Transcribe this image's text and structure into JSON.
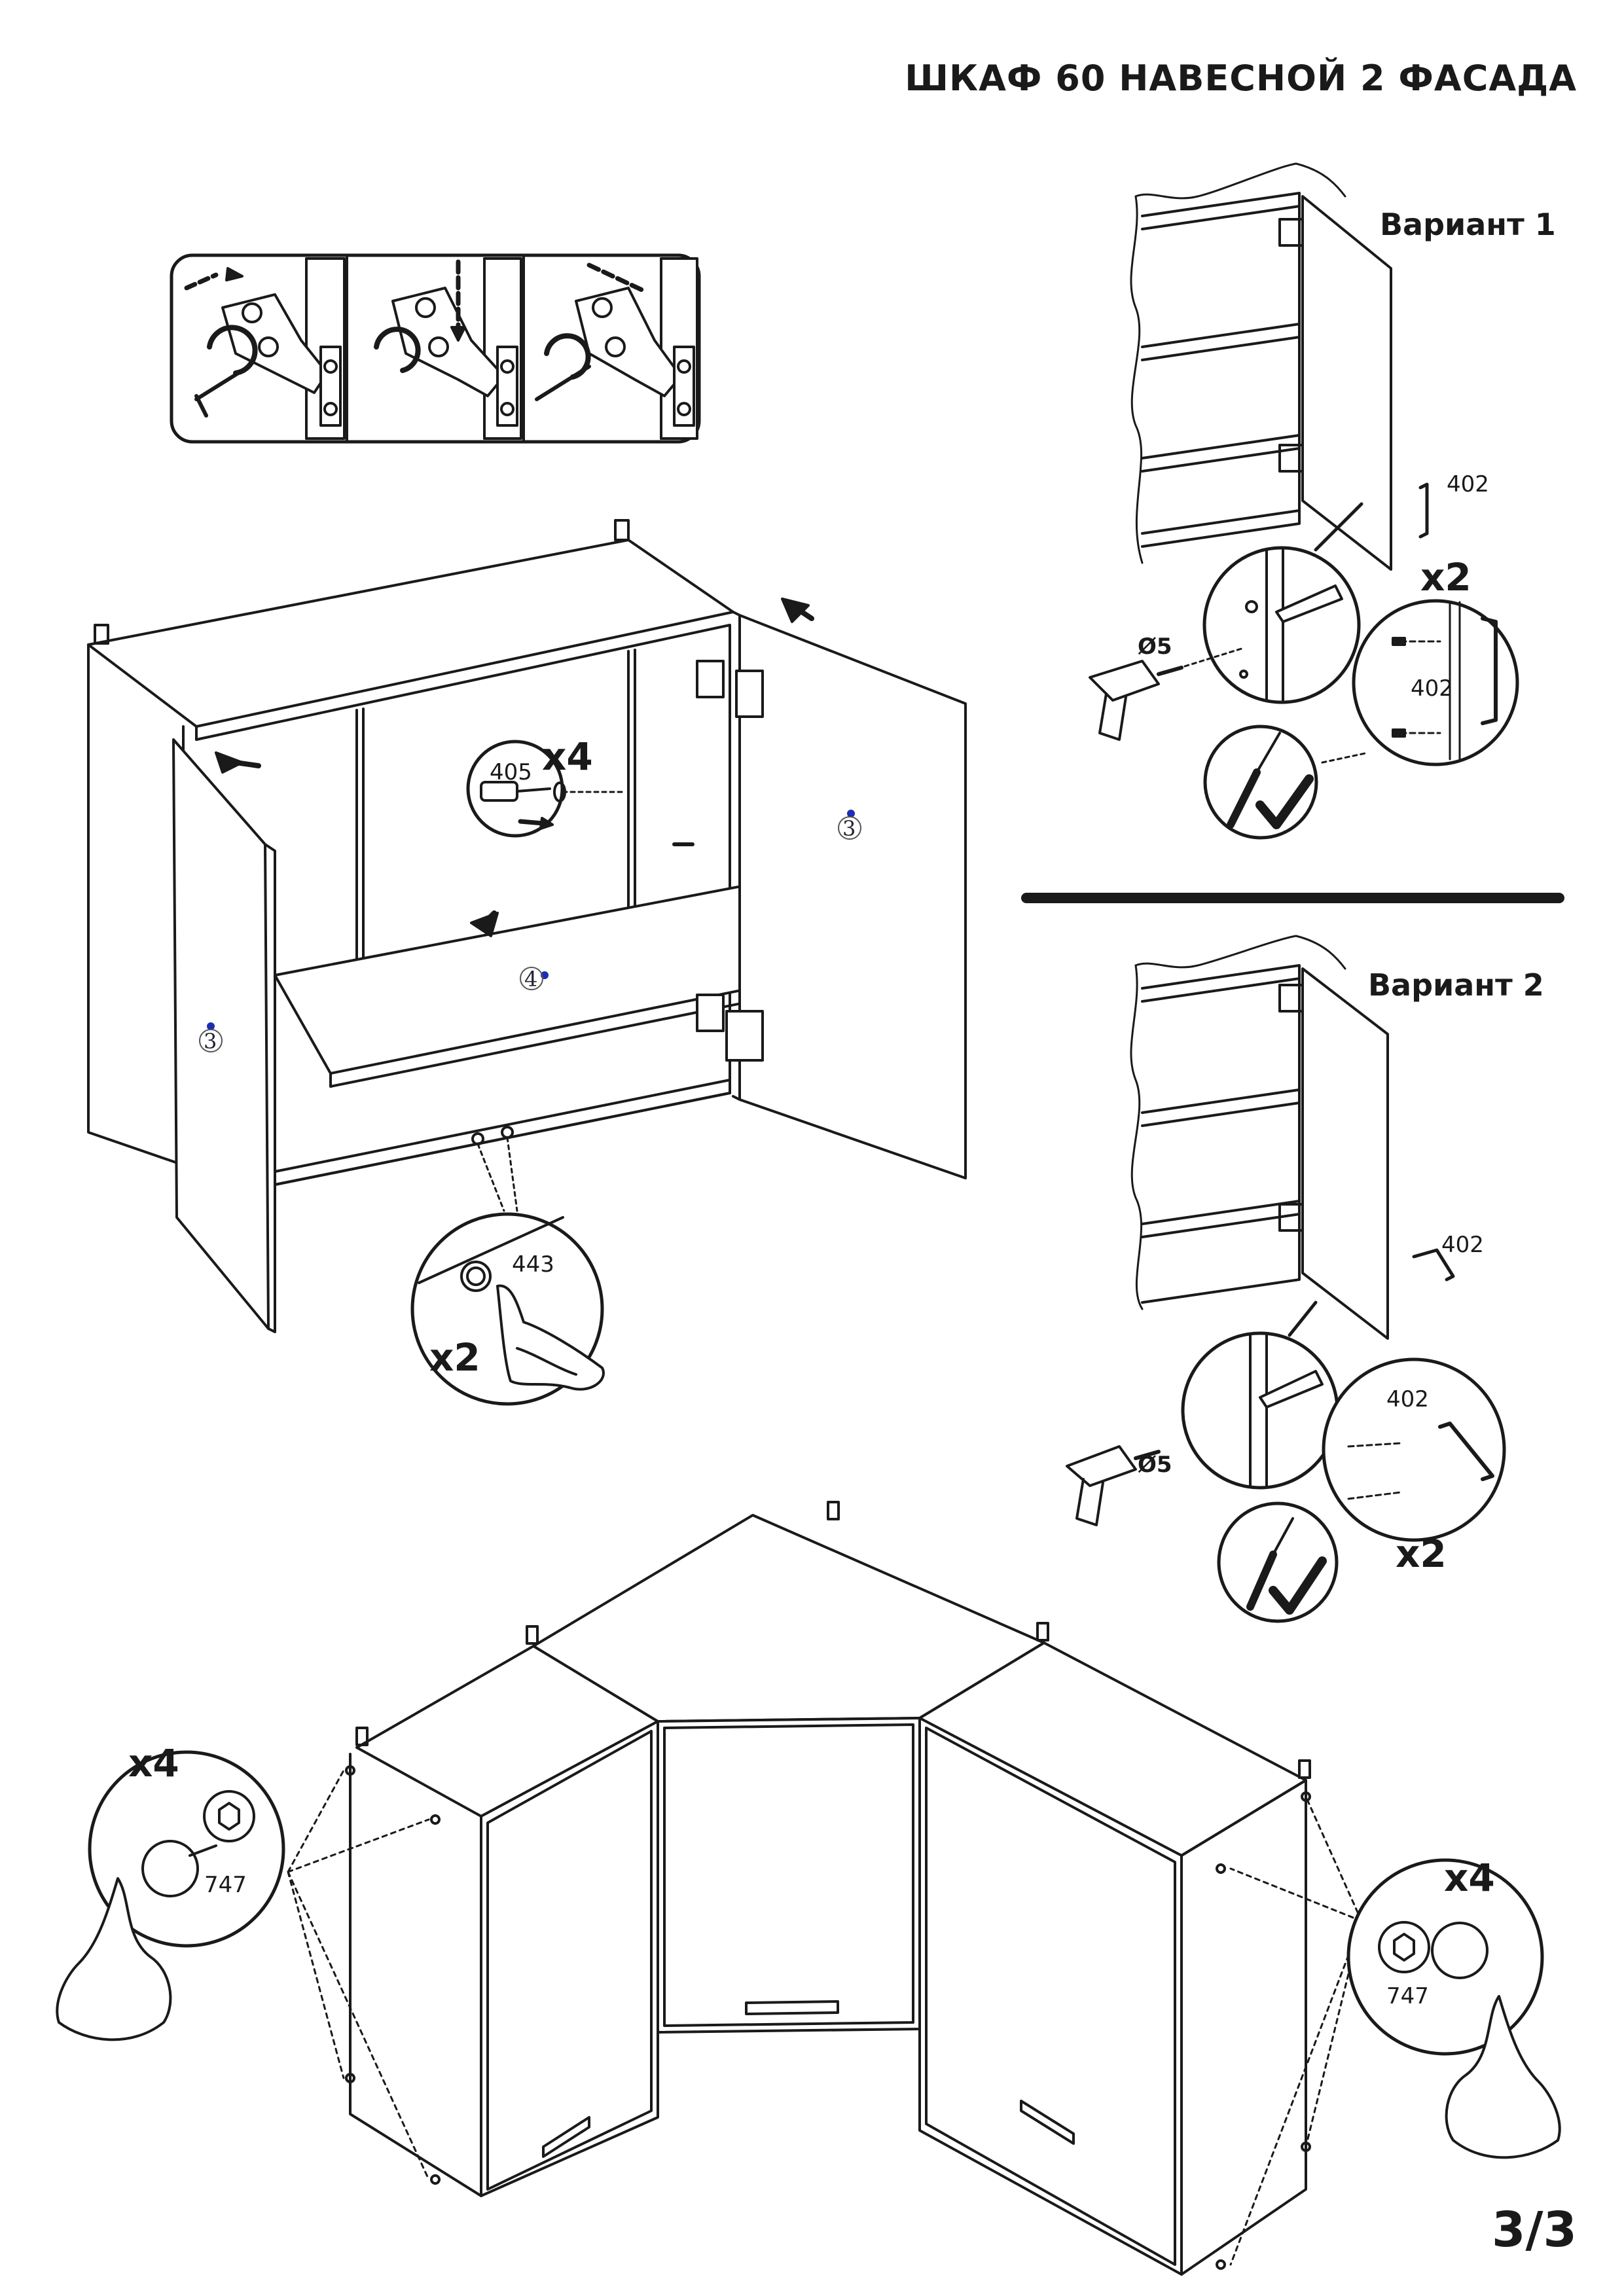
{
  "header": {
    "title": "ШКАФ 60 НАВЕСНОЙ 2 ФАСАДА"
  },
  "variants": {
    "v1": "Вариант 1",
    "v2": "Вариант 2"
  },
  "parts": {
    "handle": "402",
    "shelf_support": "405",
    "bumper": "443",
    "connector": "747",
    "door": "3",
    "shelf": "4"
  },
  "quantities": {
    "shelf_supports": "x4",
    "bumpers": "x2",
    "handle_screws_v1": "x2",
    "handle_screws_v2": "x2",
    "connectors_left": "x4",
    "connectors_right": "x4"
  },
  "drill": {
    "v1": "Ø5",
    "v2": "Ø5"
  },
  "footer": {
    "page": "3/3"
  }
}
